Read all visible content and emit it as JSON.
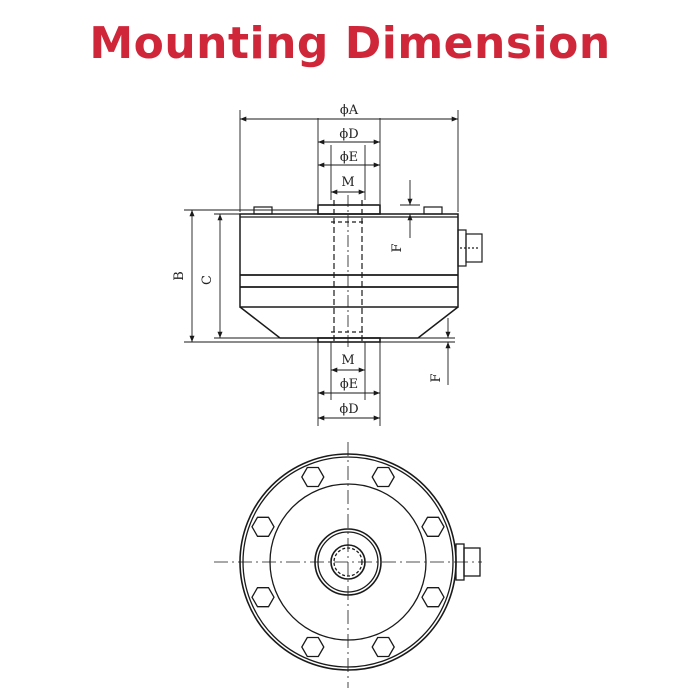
{
  "title": "Mounting Dimension",
  "colors": {
    "title": "#d0263a",
    "line": "#1a1a1a"
  },
  "labels": {
    "phiA": "ϕA",
    "phiD_top": "ϕD",
    "phiE_top": "ϕE",
    "M_top": "M",
    "F_top": "F",
    "B": "B",
    "C": "C",
    "M_bottom": "M",
    "phiE_bottom": "ϕE",
    "F_bottom": "F",
    "phiD_bottom": "ϕD"
  }
}
